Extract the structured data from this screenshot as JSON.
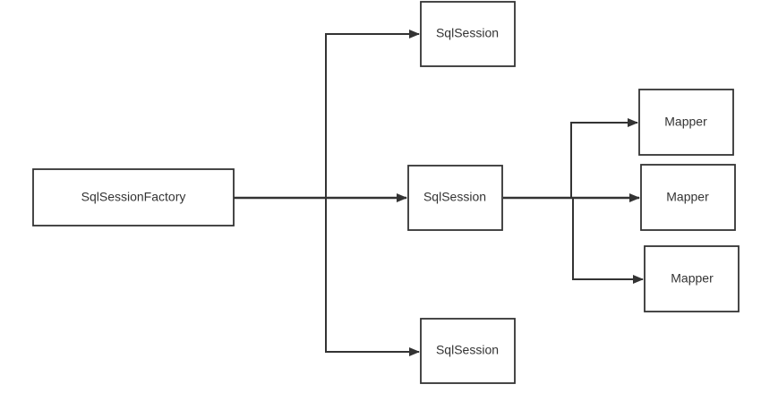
{
  "diagram": {
    "nodes": [
      {
        "id": "factory",
        "label": "SqlSessionFactory"
      },
      {
        "id": "session_top",
        "label": "SqlSession"
      },
      {
        "id": "session_mid",
        "label": "SqlSession"
      },
      {
        "id": "session_bottom",
        "label": "SqlSession"
      },
      {
        "id": "mapper_1",
        "label": "Mapper"
      },
      {
        "id": "mapper_2",
        "label": "Mapper"
      },
      {
        "id": "mapper_3",
        "label": "Mapper"
      }
    ],
    "edges": [
      {
        "from": "factory",
        "to": "session_top"
      },
      {
        "from": "factory",
        "to": "session_mid"
      },
      {
        "from": "factory",
        "to": "session_bottom"
      },
      {
        "from": "session_mid",
        "to": "mapper_1"
      },
      {
        "from": "session_mid",
        "to": "mapper_2"
      },
      {
        "from": "session_mid",
        "to": "mapper_3"
      }
    ],
    "colors": {
      "stroke": "#333333",
      "fill": "#ffffff",
      "text": "#333333"
    }
  }
}
